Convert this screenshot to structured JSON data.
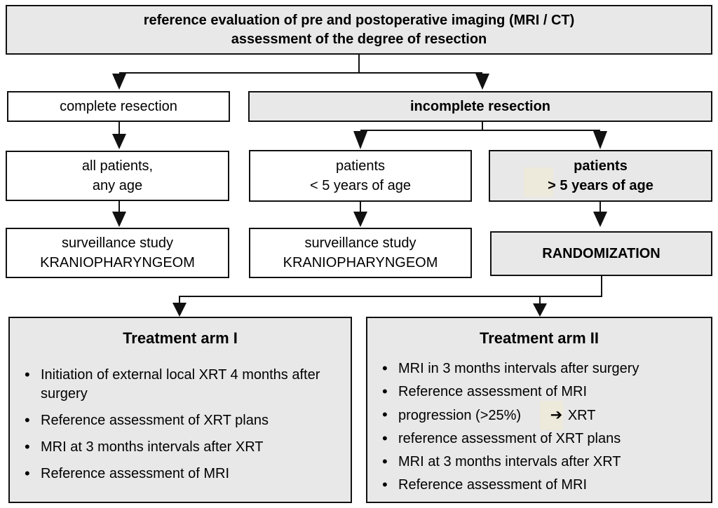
{
  "diagram": {
    "top": {
      "line1": "reference evaluation of pre and postoperative imaging (MRI / CT)",
      "line2": "assessment of the degree of resection"
    },
    "complete": {
      "label": "complete resection"
    },
    "incomplete": {
      "label": "incomplete resection"
    },
    "all_patients": {
      "line1": "all patients,",
      "line2": "any age"
    },
    "under5": {
      "line1": "patients",
      "line2": "< 5 years of age"
    },
    "over5": {
      "line1": "patients",
      "line2": "> 5 years of age"
    },
    "surveillance1": {
      "line1": "surveillance study",
      "line2": "KRANIOPHARYNGEOM"
    },
    "surveillance2": {
      "line1": "surveillance study",
      "line2": "KRANIOPHARYNGEOM"
    },
    "randomization": {
      "label": "RANDOMIZATION"
    },
    "arm1": {
      "title": "Treatment arm I",
      "bullets": [
        "Initiation of external local XRT 4 months after surgery",
        "Reference assessment of XRT plans",
        "MRI at 3 months intervals after XRT",
        "Reference assessment of MRI"
      ]
    },
    "arm2": {
      "title": "Treatment arm II",
      "bullets_before": [
        "MRI in 3 months intervals after surgery",
        "Reference assessment of MRI"
      ],
      "progression": {
        "text": "progression (>25%)",
        "arrow_icon": "➔",
        "target": "XRT"
      },
      "bullets_after": [
        "reference assessment of XRT plans",
        "MRI at 3 months intervals after XRT",
        "Reference assessment of MRI"
      ]
    },
    "colors": {
      "box_fill_gray": "#e8e8e8",
      "box_fill_white": "#ffffff",
      "line_and_border": "#111111",
      "highlight_patch": "#eeeadb"
    }
  }
}
